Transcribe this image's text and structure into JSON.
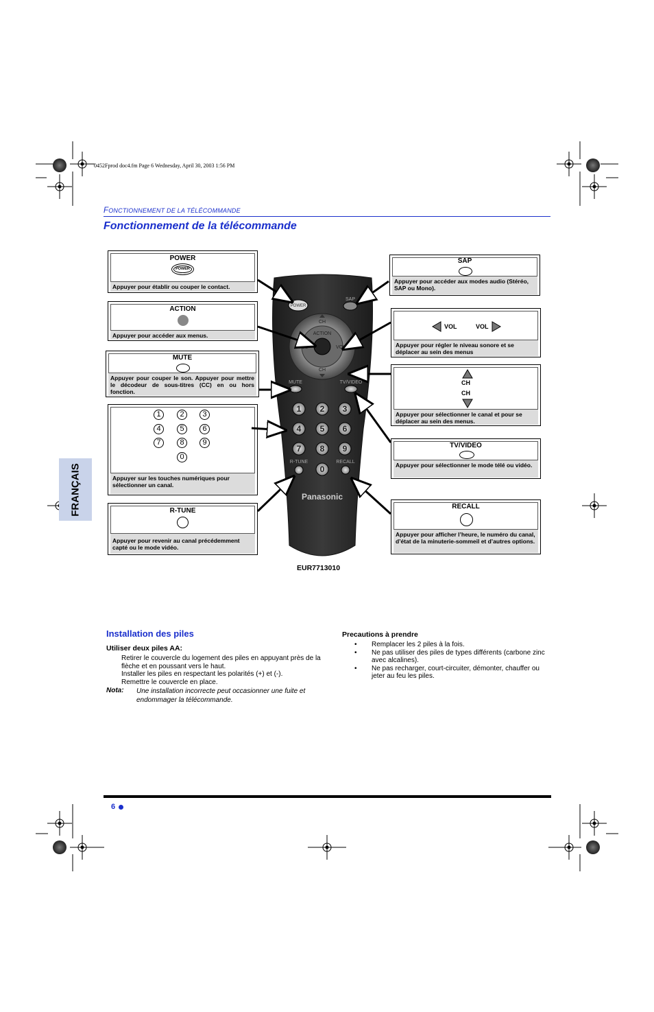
{
  "file_info": "0452Fprod doc4.fm  Page 6  Wednesday, April 30, 2003  1:56 PM",
  "section_header": {
    "big_f": "F",
    "rest": "onctionnement de la télécommande"
  },
  "page_title": "Fonctionnement de la télécommande",
  "language_tab": "FRANÇAIS",
  "callouts": {
    "power": {
      "title": "POWER",
      "button_label": "POWER",
      "desc": "Appuyer pour établir ou couper le contact."
    },
    "action": {
      "title": "ACTION",
      "desc": "Appuyer pour accéder aux menus."
    },
    "mute": {
      "title": "MUTE",
      "desc": "Appuyer pour couper le son. Appuyer pour mettre le décodeur de sous-titres (CC) en ou hors fonction."
    },
    "numbers": {
      "keys": [
        "1",
        "2",
        "3",
        "4",
        "5",
        "6",
        "7",
        "8",
        "9",
        "0"
      ],
      "desc": "Appuyer sur les touches numériques  pour sélectionner un canal."
    },
    "rtune": {
      "title": "R-TUNE",
      "desc": "Appuyer pour revenir au canal précédemment capté ou le mode vidéo."
    },
    "sap": {
      "title": "SAP",
      "desc": "Appuyer pour accéder aux modes audio (Stéréo, SAP ou Mono)."
    },
    "vol": {
      "left_label": "VOL",
      "right_label": "VOL",
      "desc": "Appuyer pour régler le niveau sonore et se déplacer au sein des menus"
    },
    "ch": {
      "up_label": "CH",
      "down_label": "CH",
      "desc": "Appuyer pour sélectionner le canal et pour se déplacer au sein des menus."
    },
    "tvvideo": {
      "title": "TV/VIDEO",
      "desc": "Appuyer pour sélectionner le mode télé ou vidéo."
    },
    "recall": {
      "title": "RECALL",
      "desc": "Appuyer pour afficher l’heure, le numéro du canal, d’état de la minuterie-sommeil et d’autres options."
    }
  },
  "remote": {
    "power": "POWER",
    "sap": "SAP",
    "mute": "MUTE",
    "tvvideo": "TV/VIDEO",
    "ch_up": "CH",
    "ch_down": "CH",
    "vol_left": "VOL",
    "vol_right": "VOL",
    "action": "ACTION",
    "keys": [
      "1",
      "2",
      "3",
      "4",
      "5",
      "6",
      "7",
      "8",
      "9",
      "0"
    ],
    "rtune": "R-TUNE",
    "recall": "RECALL",
    "brand": "Panasonic"
  },
  "model": "EUR7713010",
  "installation": {
    "heading": "Installation des piles",
    "subheading": "Utiliser deux piles AA:",
    "lines": [
      "Retirer le couvercle du logement des piles en appuyant près de la flèche et en poussant vers le haut.",
      "Installer les piles en respectant les polarités (+) et (-).",
      "Remettre le couvercle en place."
    ],
    "note_label": "Nota:",
    "note_text": "Une installation incorrecte peut occasionner une fuite et endommager la télécommande."
  },
  "precautions": {
    "heading": "Precautions à prendre",
    "items": [
      "Remplacer les 2 piles à la fois.",
      "Ne pas utiliser des piles de types différents (carbone zinc avec alcalines).",
      "Ne pas recharger, court-circuiter, démonter, chauffer ou jeter au feu les piles."
    ]
  },
  "page_number": "6"
}
